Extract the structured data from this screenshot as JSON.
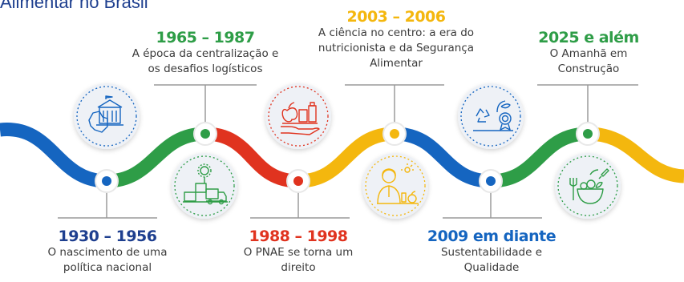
{
  "title": "Alimentar no Brasil",
  "colors": {
    "blue": "#1565c0",
    "green": "#2e9d47",
    "red": "#e0331f",
    "yellow": "#f4b70e",
    "navy": "#1e3f8f"
  },
  "milestones": [
    {
      "years": "1930 – 1956",
      "line1": "O nascimento de uma",
      "line2": "política nacional",
      "color": "#1e3f8f",
      "icon": "government-building-map-icon"
    },
    {
      "years": "1965 – 1987",
      "line1": "A época da centralização e",
      "line2": "os desafios logísticos",
      "color": "#2e9d47",
      "icon": "logistics-truck-icon"
    },
    {
      "years": "1988 – 1998",
      "line1": "O PNAE se torna um",
      "line2": "direito",
      "color": "#e0331f",
      "icon": "food-hand-icon"
    },
    {
      "years": "2003 – 2006",
      "line1": "A ciência no centro: a era do",
      "line2": "nutricionista e da Segurança",
      "line3": "Alimentar",
      "color": "#f4b70e",
      "icon": "nutritionist-icon"
    },
    {
      "years": "2009 em diante",
      "line1": "Sustentabilidade e",
      "line2": "Qualidade",
      "color": "#1565c0",
      "icon": "recycling-quality-icon"
    },
    {
      "years": "2025 e além",
      "line1": "O Amanhã em",
      "line2": "Construção",
      "color": "#2e9d47",
      "icon": "healthy-bowl-rocket-icon"
    }
  ]
}
